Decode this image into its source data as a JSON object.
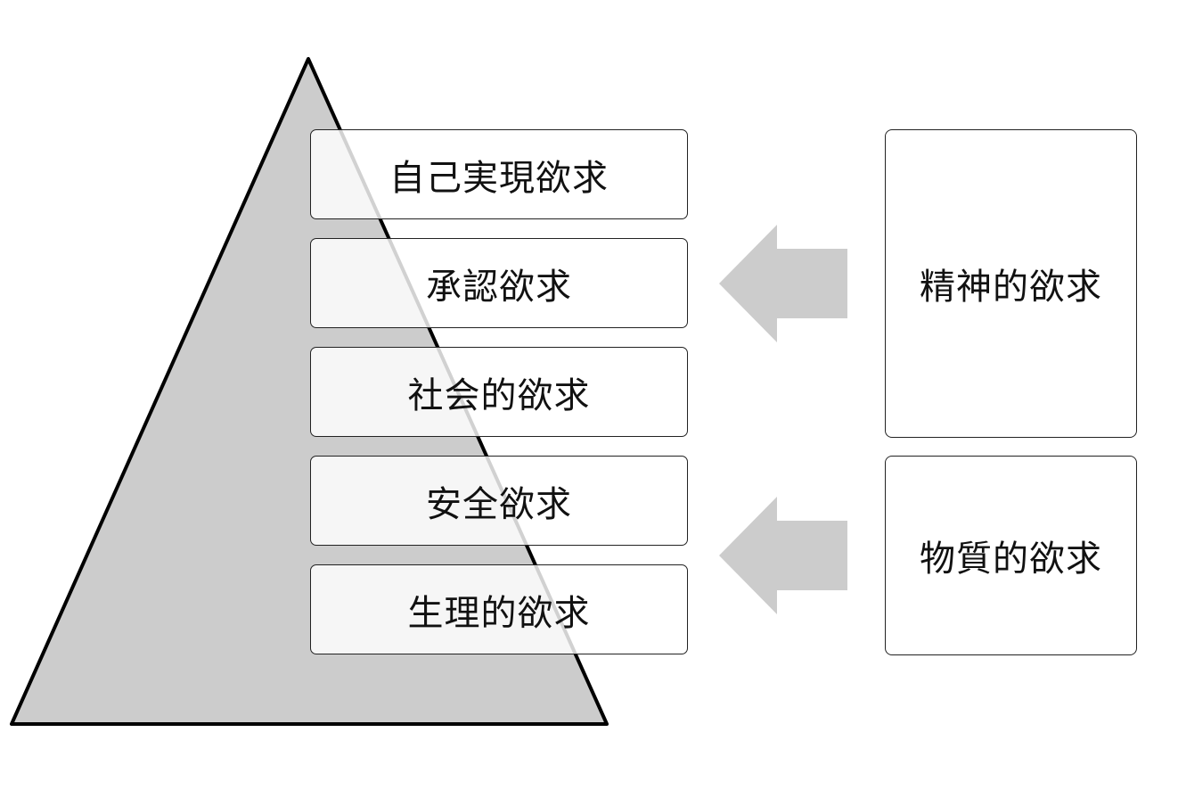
{
  "colors": {
    "pyramid_fill": "#cccccc",
    "pyramid_stroke": "#000000",
    "arrow_fill": "#cccccc",
    "box_border": "#222222",
    "text": "#111111"
  },
  "pyramid": {
    "levels": [
      {
        "label": "自己実現欲求"
      },
      {
        "label": "承認欲求"
      },
      {
        "label": "社会的欲求"
      },
      {
        "label": "安全欲求"
      },
      {
        "label": "生理的欲求"
      }
    ]
  },
  "categories": [
    {
      "label": "精神的欲求",
      "icon": "left-arrow-icon"
    },
    {
      "label": "物質的欲求",
      "icon": "left-arrow-icon"
    }
  ]
}
